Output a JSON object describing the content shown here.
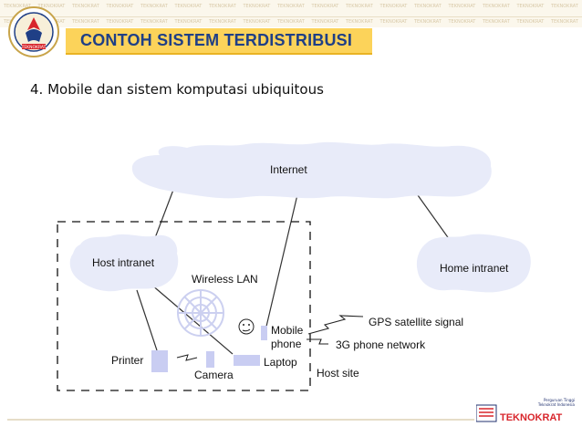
{
  "header": {
    "title": "CONTOH SISTEM TERDISTRIBUSI",
    "pattern_word": "TEKNOKRAT",
    "logo_text": "TEKNOKRAT"
  },
  "slide": {
    "subtitle": "4. Mobile dan sistem komputasi ubiquitous"
  },
  "diagram": {
    "internet": "Internet",
    "host_intranet": "Host intranet",
    "home_intranet": "Home intranet",
    "wireless_lan": "Wireless LAN",
    "mobile": "Mobile",
    "phone": "phone",
    "gps": "GPS satellite signal",
    "network_3g": "3G phone network",
    "printer": "Printer",
    "camera": "Camera",
    "laptop": "Laptop",
    "host_site": "Host site"
  },
  "footer": {
    "brand": "TEKNOKRAT",
    "tagline_1": "Perguruan Tinggi",
    "tagline_2": "Teknokrat Indonesia"
  },
  "colors": {
    "title_bar": "#fcd35a",
    "title_text": "#1f3f86",
    "cloud_fill": "#e8ebf9",
    "device_fill": "#c9cdf2",
    "brand_red": "#d8262c",
    "brand_blue": "#20306f"
  }
}
